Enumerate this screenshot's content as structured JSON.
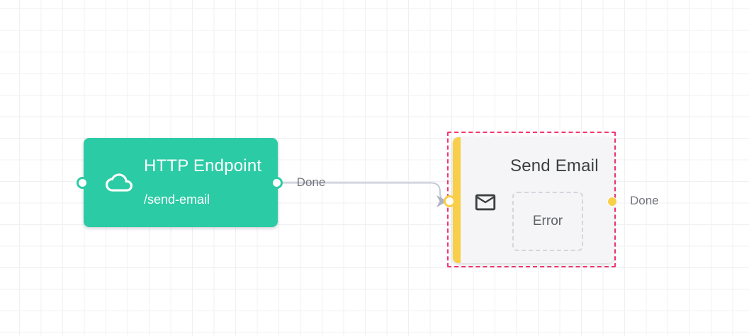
{
  "canvas": {
    "background": "#ffffff",
    "grid_color": "#f0f0f3"
  },
  "nodes": {
    "http_endpoint": {
      "title": "HTTP Endpoint",
      "subtitle": "/send-email",
      "icon": "cloud-icon",
      "color": "#2bcba5",
      "text_color": "#ffffff",
      "ports": {
        "input": 1,
        "output": 1
      }
    },
    "send_email": {
      "title": "Send Email",
      "icon": "mail-icon",
      "background": "#f5f5f7",
      "accent_color": "#f9ce48",
      "selected": true,
      "selection_color": "#f5356f",
      "error_slot_label": "Error",
      "title_color": "#3c4043"
    }
  },
  "edge": {
    "from": "http_endpoint",
    "to": "send_email",
    "label": "Done",
    "color": "#c5c9d6",
    "arrow_color": "#aeb2c3"
  },
  "output_port": {
    "node": "send_email",
    "label": "Done",
    "label_color": "#73767d"
  }
}
